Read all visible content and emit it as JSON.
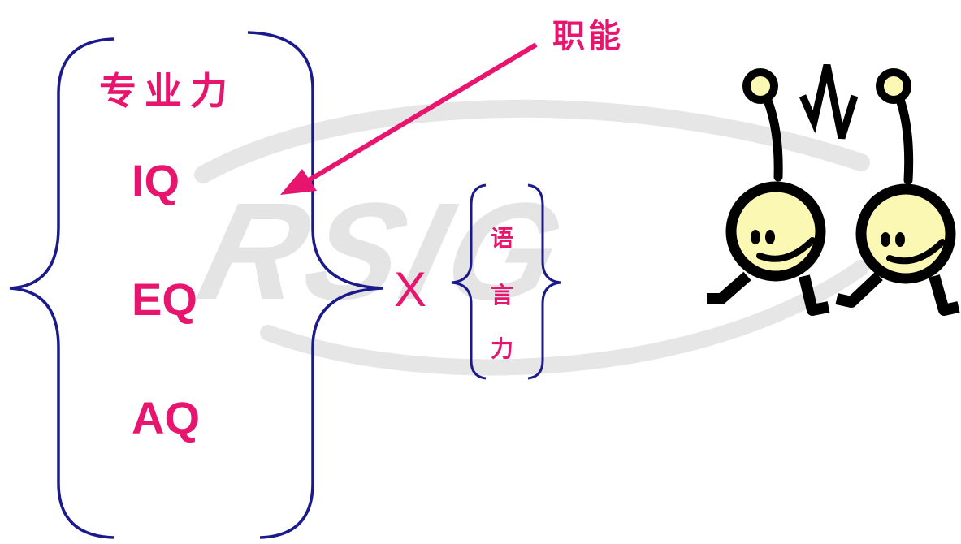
{
  "texts": {
    "skill_label": "专业力",
    "function_label": "职能",
    "iq": "IQ",
    "eq": "EQ",
    "aq": "AQ",
    "multiply": "X",
    "language_chars": [
      "语",
      "言",
      "力"
    ]
  },
  "watermark": {
    "text": "RSIG"
  },
  "colors": {
    "accent": "#e8156e",
    "bracket": "#1a1a8c",
    "watermark": "#e4e4e4",
    "figure_fill": "#fbf8b4",
    "figure_stroke": "#000000"
  },
  "icons": [
    "bug-figure-left",
    "bug-figure-right",
    "lightning-bolt"
  ]
}
